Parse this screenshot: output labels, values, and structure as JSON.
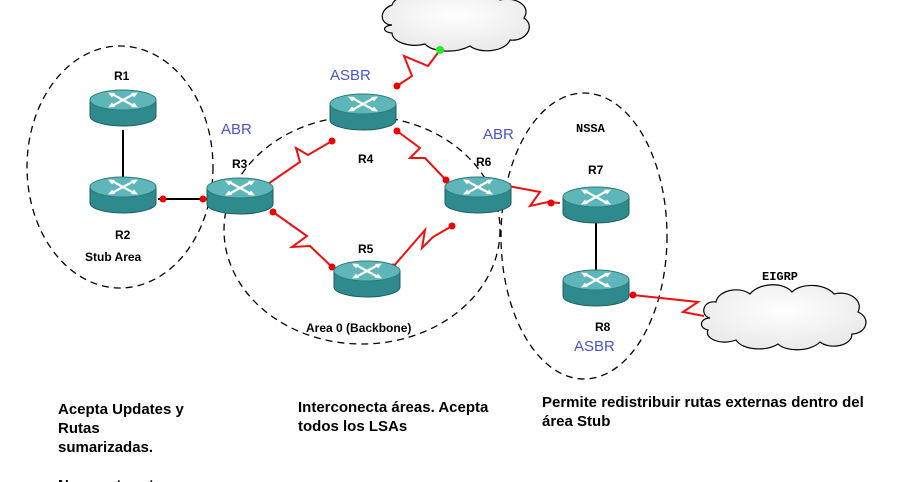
{
  "routers": {
    "r1": "R1",
    "r2": "R2",
    "r3": "R3",
    "r4": "R4",
    "r5": "R5",
    "r6": "R6",
    "r7": "R7",
    "r8": "R8"
  },
  "roles": {
    "abr_r3": "ABR",
    "asbr_r4": "ASBR",
    "abr_r6": "ABR",
    "asbr_r8": "ASBR"
  },
  "areas": {
    "stub": "Stub Area",
    "backbone": "Area 0 (Backbone)",
    "nssa": "NSSA",
    "eigrp": "EIGRP"
  },
  "notes": {
    "stub": "Acepta Updates y\nRutas\nsumarizadas.\n\nNo acepta rutas",
    "backbone": "Interconecta áreas. Acepta\ntodos los LSAs",
    "nssa": "Permite redistribuir rutas externas dentro del\nárea Stub"
  },
  "colors": {
    "router_body": "#2e8a8c",
    "router_top": "#5fb6b8",
    "serial_link": "#ee1111",
    "endpoint": "#ee0000",
    "endpoint_up": "#22ee22",
    "role_text": "#4a55c8"
  }
}
